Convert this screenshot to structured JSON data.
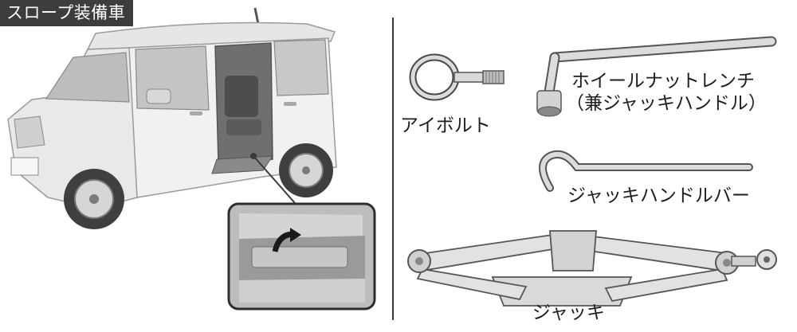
{
  "header": {
    "tag": "スロープ装備車"
  },
  "labels": {
    "eye_bolt": "アイボルト",
    "wheel_nut_wrench_line1": "ホイールナットレンチ",
    "wheel_nut_wrench_line2": "（兼ジャッキハンドル）",
    "jack_handle_bar": "ジャッキハンドルバー",
    "jack": "ジャッキ"
  },
  "colors": {
    "tag_bg": "#3d3d3d",
    "line": "#3a3a3a",
    "metal": "#d9d9d9"
  }
}
